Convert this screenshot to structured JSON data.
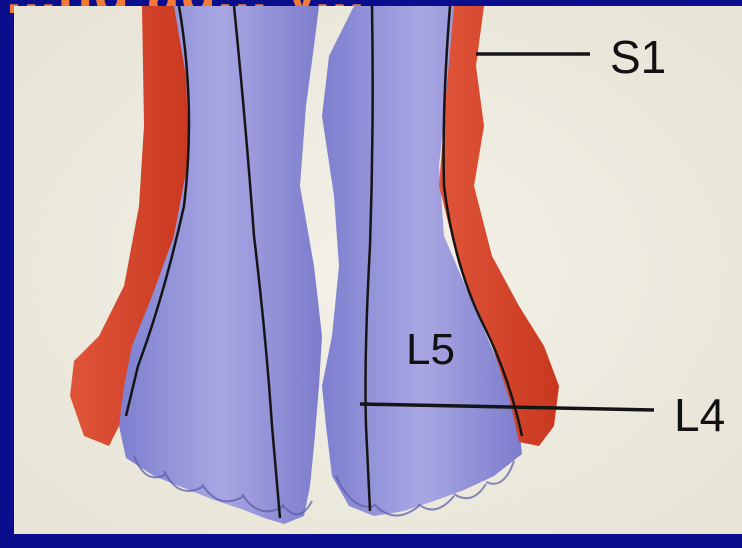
{
  "slide": {
    "title": "...ng ag... y...",
    "background_color": "#0a0e8c",
    "title_color": "#f07a36"
  },
  "diagram": {
    "labels": {
      "s1": "S1",
      "l5": "L5",
      "l4": "L4"
    },
    "colors": {
      "paper": "#f1efe6",
      "dermatome_red": "#d6452c",
      "dermatome_blue": "#8f8fd8",
      "line": "#151515"
    }
  }
}
